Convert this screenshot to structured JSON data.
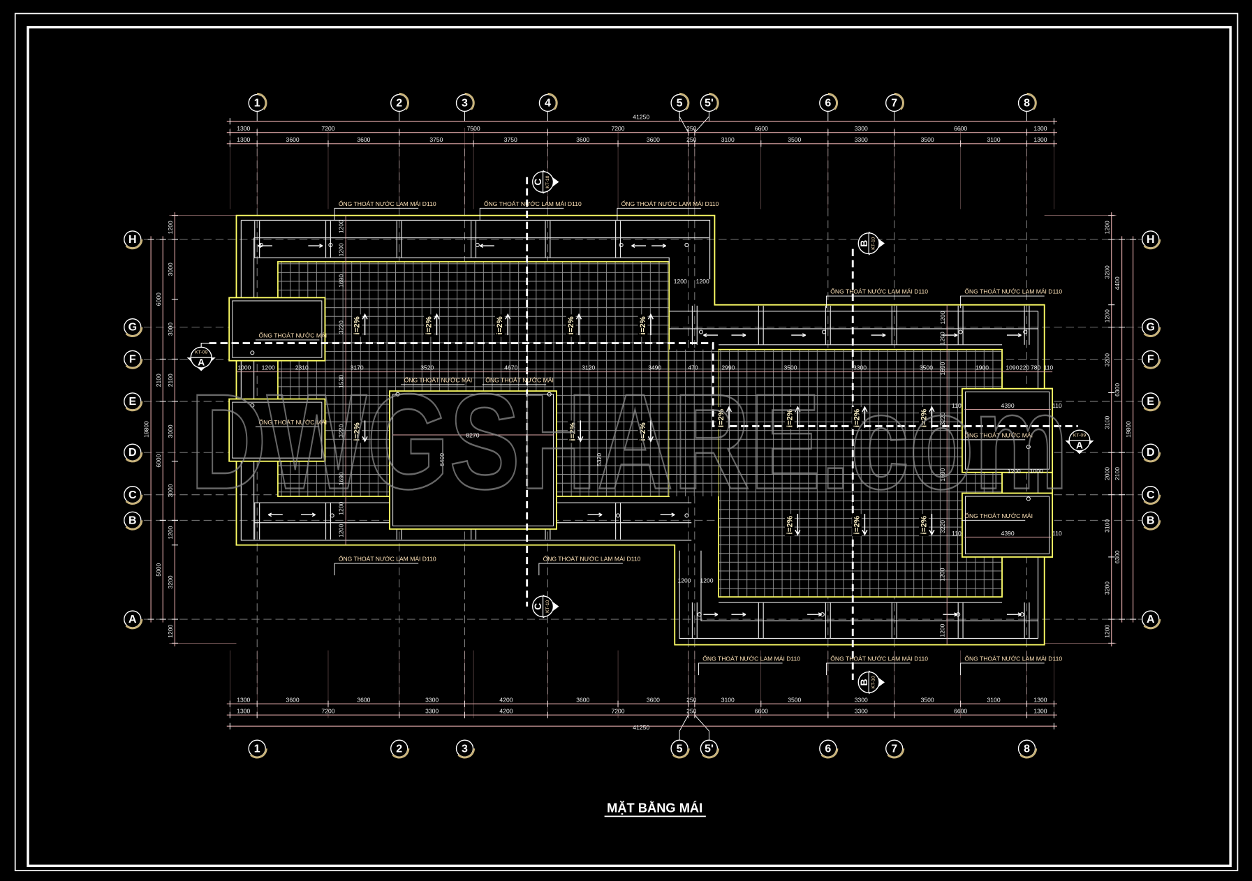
{
  "title": "MẶT BẰNG MÁI",
  "watermark": "DWGSHARE.com",
  "colors": {
    "background": "#000000",
    "frame": "#ffffff",
    "dimension": "#e0a8a8",
    "outline": "#ffff66",
    "gutter": "#e8e8e8",
    "axis": "#8c8c8c",
    "bubble_arc": "#c9b37a",
    "note": "#ffe3b8"
  },
  "axes": {
    "columns": [
      "1",
      "2",
      "3",
      "4",
      "5",
      "5'",
      "6",
      "7",
      "8"
    ],
    "bottom_columns": [
      "1",
      "2",
      "3",
      "5",
      "5'",
      "6",
      "7",
      "8"
    ],
    "rows": [
      "H",
      "G",
      "F",
      "E",
      "D",
      "C",
      "B",
      "A"
    ]
  },
  "dimensions": {
    "total_width": "41250",
    "top_row1": [
      "1300",
      "7200",
      "7500",
      "7200",
      "250",
      "6600",
      "3300",
      "6600",
      "1300"
    ],
    "top_row2": [
      "1300",
      "3600",
      "3600",
      "3750",
      "3750",
      "3600",
      "3600",
      "250",
      "3100",
      "3500",
      "3300",
      "3500",
      "3100",
      "1300"
    ],
    "bottom_row1": [
      "1300",
      "3600",
      "3600",
      "3300",
      "4200",
      "3600",
      "3600",
      "250",
      "3100",
      "3500",
      "3300",
      "3500",
      "3100",
      "1300"
    ],
    "bottom_row2": [
      "1300",
      "7200",
      "3300",
      "4200",
      "7200",
      "250",
      "6600",
      "3300",
      "6600",
      "1300"
    ],
    "left_outer": [
      "19800"
    ],
    "left_middle": [
      "6000",
      "2100",
      "6000",
      "5000"
    ],
    "left_inner": [
      "1200",
      "3000",
      "3000",
      "2100",
      "3000",
      "3000",
      "1200",
      "3200",
      "1200"
    ],
    "right_outer": [
      "19800"
    ],
    "right_middle": [
      "4400",
      "6300",
      "2100",
      "6300"
    ],
    "right_inner": [
      "1200",
      "3200",
      "1200",
      "3200",
      "3100",
      "2000",
      "3100",
      "3200",
      "1200"
    ],
    "interior_row": [
      "1000",
      "1200",
      "2310",
      "3170",
      "3520",
      "4670",
      "3120",
      "3490",
      "470",
      "2990",
      "3500",
      "3300",
      "3500",
      "1900",
      "1090",
      "220",
      "780",
      "110"
    ],
    "interior_misc": [
      "1200",
      "1200",
      "1690",
      "3220",
      "1530",
      "3220",
      "1690",
      "1200",
      "1200",
      "8270",
      "6400",
      "5320",
      "1200",
      "1200",
      "1690",
      "3220",
      "1690",
      "3220",
      "1200",
      "1200",
      "4390",
      "4390",
      "110",
      "110",
      "110",
      "110",
      "1200",
      "1000",
      "1200",
      "1200",
      "1200",
      "1200"
    ]
  },
  "notes": {
    "gutter_pipe": "ỐNG THOÁT NƯỚC LAM MÁI D110",
    "roof_drain": "ỐNG THOÁT NƯỚC MÁI"
  },
  "slope": "i=2%",
  "sections": [
    {
      "letter": "C",
      "ref": "KT-10"
    },
    {
      "letter": "C",
      "ref": "KT-10"
    },
    {
      "letter": "B",
      "ref": "KT-10"
    },
    {
      "letter": "B",
      "ref": "KT-10"
    },
    {
      "letter": "A",
      "ref": "KT-09"
    },
    {
      "letter": "A",
      "ref": "KT-09"
    }
  ]
}
